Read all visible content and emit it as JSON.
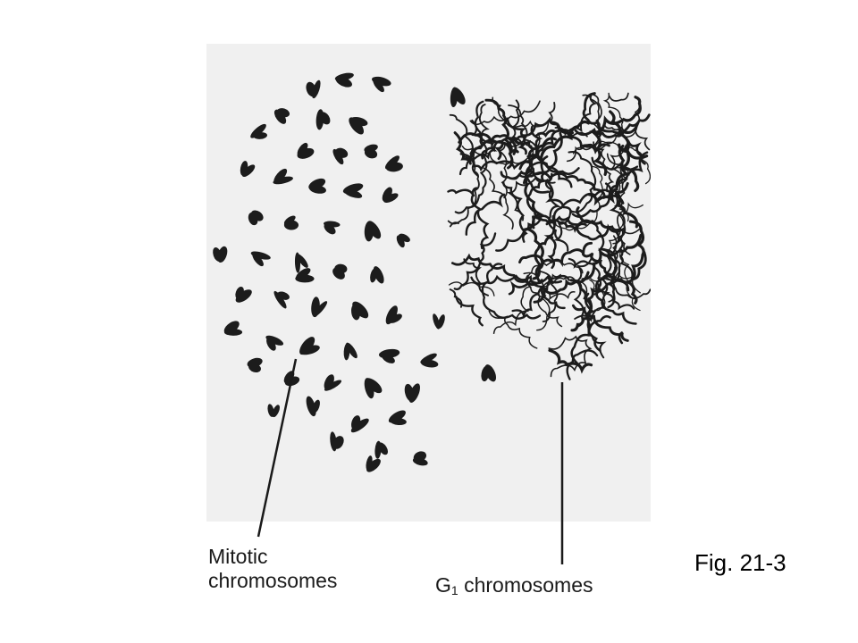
{
  "labels": {
    "mitotic_line1": "Mitotic",
    "mitotic_line2": "chromosomes",
    "g1_prefix": "G",
    "g1_subscript": "1",
    "g1_suffix": " chromosomes",
    "figure_number": "Fig. 21-3"
  },
  "colors": {
    "background": "#ffffff",
    "micrograph_background": "#f0f0f0",
    "chromosome_ink": "#1c1c1c",
    "label_text": "#1a1a1a"
  }
}
